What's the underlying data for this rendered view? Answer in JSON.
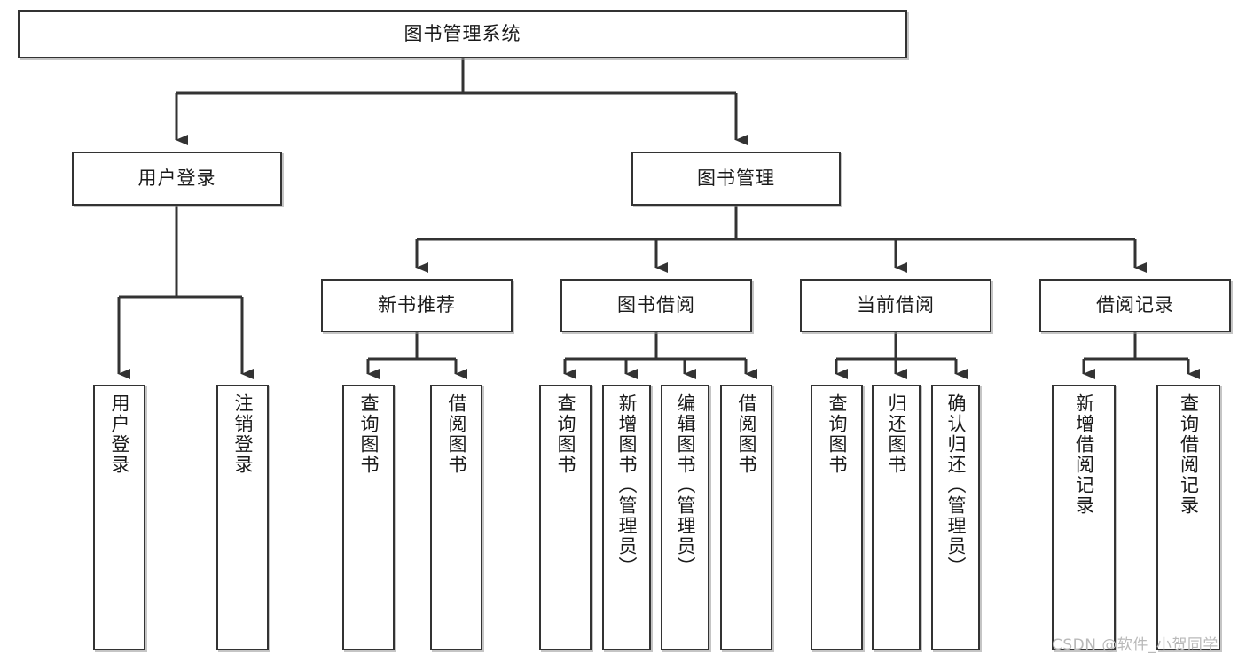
{
  "diagram": {
    "title": "图书管理系统",
    "type": "tree",
    "stroke_color": "#333333",
    "node_fill": "#ffffff",
    "background": "#ffffff",
    "root": {
      "label": "图书管理系统"
    },
    "level2": [
      {
        "label": "用户登录"
      },
      {
        "label": "图书管理"
      }
    ],
    "level3": [
      {
        "label": "新书推荐"
      },
      {
        "label": "图书借阅"
      },
      {
        "label": "当前借阅"
      },
      {
        "label": "借阅记录"
      }
    ],
    "leaves": {
      "user_login": [
        {
          "label": "用户登录"
        },
        {
          "label": "注销登录"
        }
      ],
      "new_book_recommend": [
        {
          "label": "查询图书"
        },
        {
          "label": "借阅图书"
        }
      ],
      "book_borrow": [
        {
          "label": "查询图书"
        },
        {
          "label": "新增图书（管理员）"
        },
        {
          "label": "编辑图书（管理员）"
        },
        {
          "label": "借阅图书"
        }
      ],
      "current_borrow": [
        {
          "label": "查询图书"
        },
        {
          "label": "归还图书"
        },
        {
          "label": "确认归还（管理员）"
        }
      ],
      "borrow_record": [
        {
          "label": "新增借阅记录"
        },
        {
          "label": "查询借阅记录"
        }
      ]
    }
  },
  "watermark": {
    "text": "CSDN @软件_小贺同学"
  }
}
